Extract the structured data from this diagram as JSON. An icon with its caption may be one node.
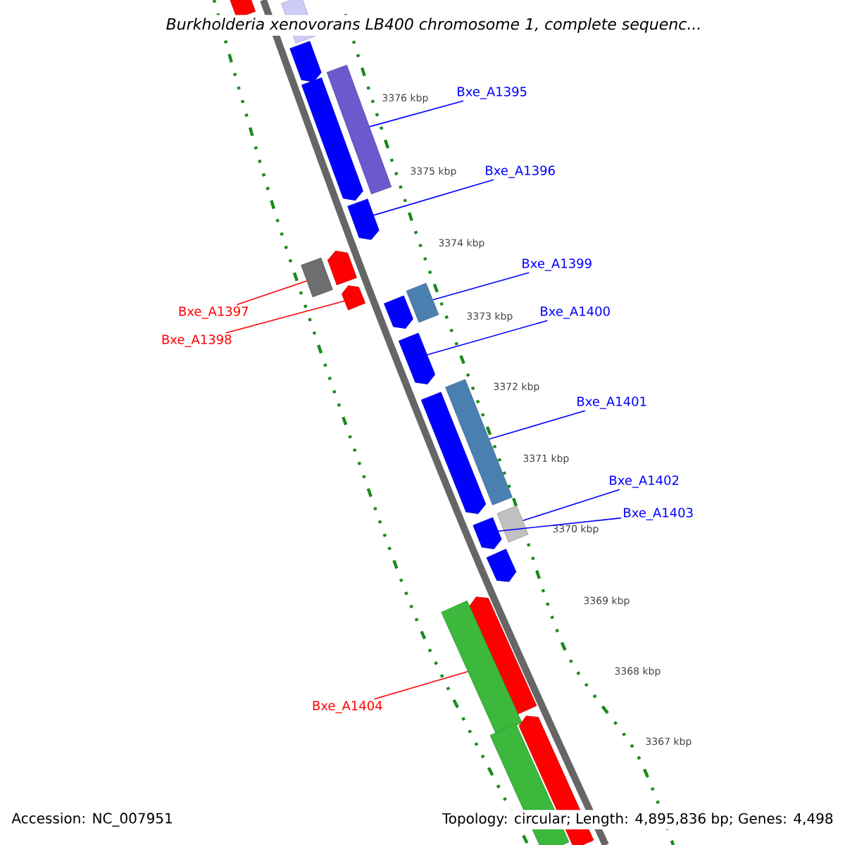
{
  "diagram": {
    "title": "Burkholderia xenovorans LB400 chromosome 1, complete sequenc...",
    "nodes": [
      {
        "text": [
          "Bxe_A1395"
        ]
      },
      {
        "text": [
          "Bxe_A1396"
        ]
      },
      {
        "text": [
          "Bxe_A1399"
        ]
      },
      {
        "text": [
          "Bxe_A1397"
        ]
      },
      {
        "text": [
          "Bxe_A1400"
        ]
      },
      {
        "text": [
          "Bxe_A1398"
        ]
      },
      {
        "text": [
          "Bxe_A1401"
        ]
      },
      {
        "text": [
          "Bxe_A1402"
        ]
      },
      {
        "text": [
          "Bxe_A1403"
        ]
      },
      {
        "text": [
          "Bxe_A1404"
        ]
      },
      {
        "text": [],
        "shape": "arrow"
      },
      {
        "text": [],
        "shape": "box"
      },
      {
        "text": [],
        "shape": "arrow"
      },
      {
        "text": [],
        "shape": "arrow"
      },
      {
        "text": [],
        "shape": "box"
      },
      {
        "text": [],
        "shape": "arrow"
      },
      {
        "text": [],
        "shape": "box"
      },
      {
        "text": [],
        "shape": "arrow"
      },
      {
        "text": [],
        "shape": "arrow"
      },
      {
        "text": [],
        "shape": "arrow"
      },
      {
        "text": [],
        "shape": "box"
      },
      {
        "text": [],
        "shape": "arrow"
      },
      {
        "text": [],
        "shape": "box"
      },
      {
        "text": [],
        "shape": "arrow"
      },
      {
        "text": [],
        "shape": "box"
      },
      {
        "text": [],
        "shape": "arrow"
      },
      {
        "text": [],
        "shape": "arrow"
      },
      {
        "text": [],
        "shape": "arrow"
      },
      {
        "text": [],
        "shape": "box"
      },
      {
        "text": [],
        "shape": "arrow"
      },
      {
        "text": [],
        "shape": "box"
      }
    ],
    "edges": [
      {
        "from": 0,
        "to": 14,
        "arrow": "none"
      },
      {
        "from": 1,
        "to": 15,
        "arrow": "none"
      },
      {
        "from": 2,
        "to": 20,
        "arrow": "none"
      },
      {
        "from": 3,
        "to": 16,
        "arrow": "none",
        "color": "#ff0000"
      },
      {
        "from": 4,
        "to": 21,
        "arrow": "none"
      },
      {
        "from": 5,
        "to": 18,
        "arrow": "none",
        "color": "#ff0000"
      },
      {
        "from": 6,
        "to": 22,
        "arrow": "none"
      },
      {
        "from": 7,
        "to": 24,
        "arrow": "none"
      },
      {
        "from": 8,
        "to": 25,
        "arrow": "none"
      },
      {
        "from": 9,
        "to": 28,
        "arrow": "none",
        "color": "#ff0000"
      }
    ],
    "labels": [
      "3376 kbp",
      "3375 kbp",
      "3374 kbp",
      "3373 kbp",
      "3372 kbp",
      "3371 kbp",
      "3370 kbp",
      "3369 kbp",
      "3368 kbp",
      "3367 kbp",
      "Accession: NC_007951",
      "Topology: circular; Length: 4,895,836 bp; Genes: 4,498"
    ]
  }
}
